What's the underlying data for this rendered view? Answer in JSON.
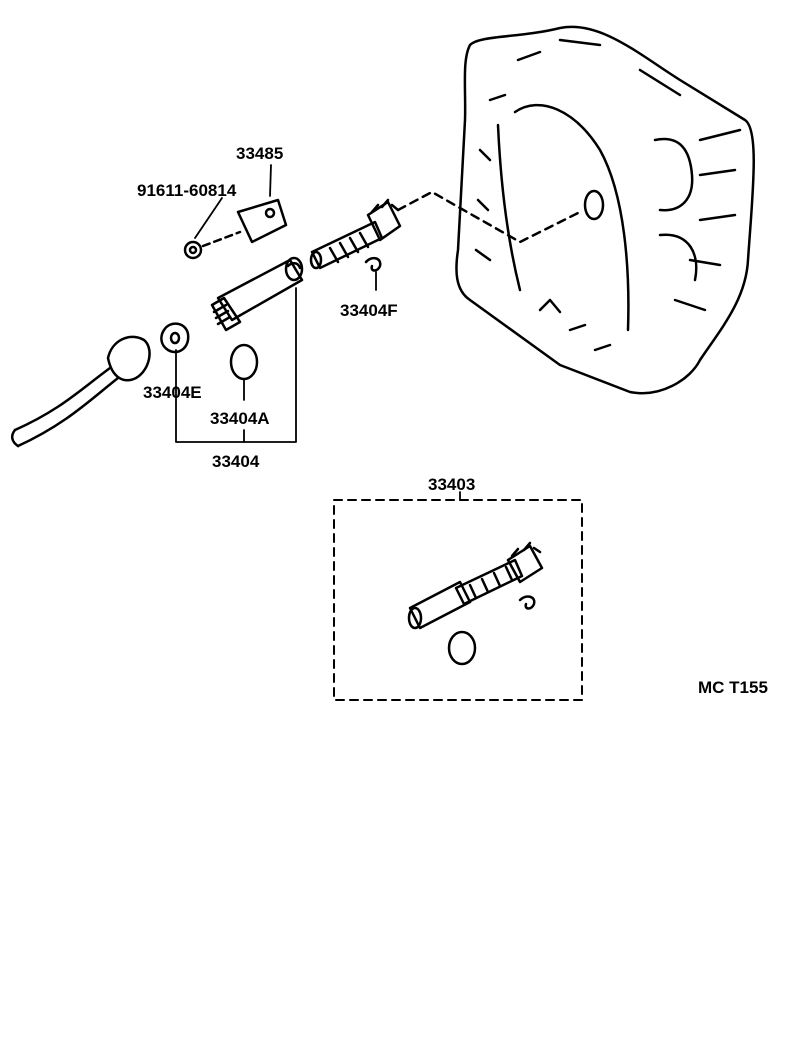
{
  "labels": {
    "bolt": "91611-60814",
    "retainer": "33485",
    "clip": "33404F",
    "sleeve": "33404E",
    "oring": "33404A",
    "sleeve_assy": "33404",
    "gear_kit": "33403",
    "figure_code": "MC T155"
  }
}
